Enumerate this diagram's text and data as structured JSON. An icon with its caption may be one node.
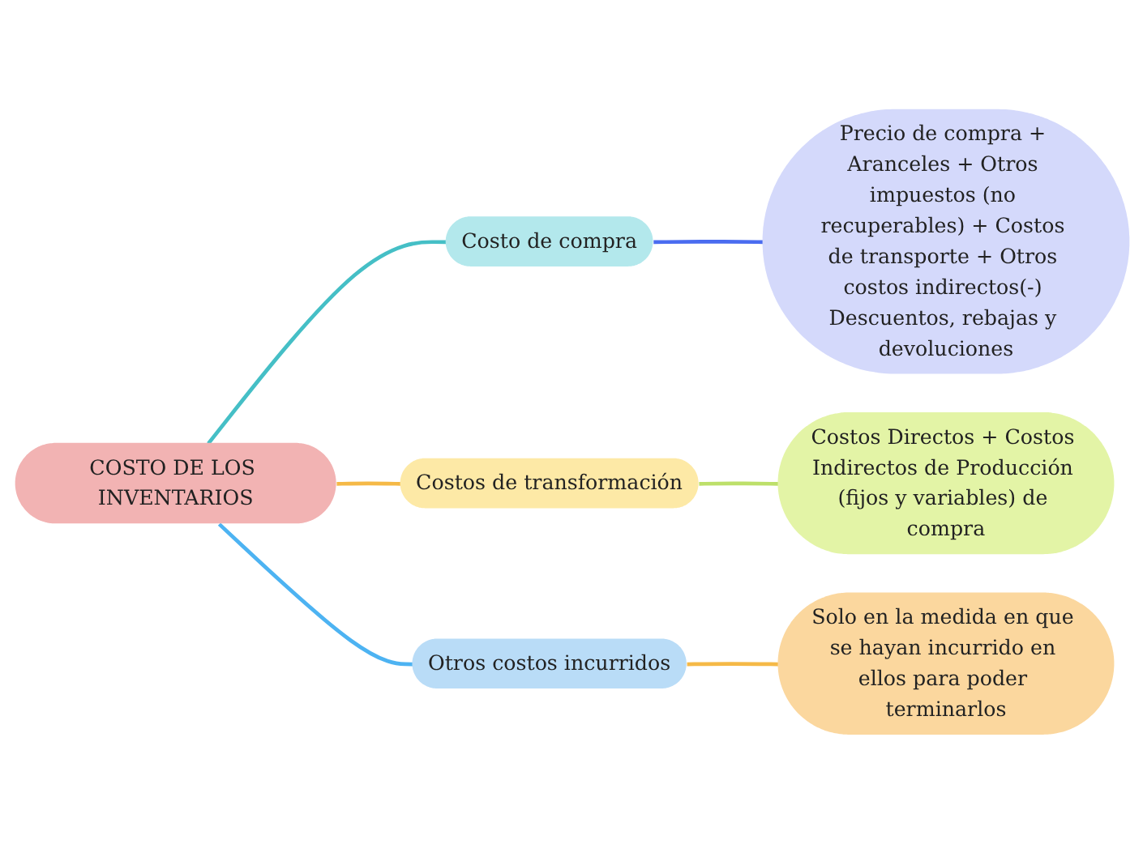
{
  "diagram": {
    "nodes": [
      {
        "text": [
          "COSTO DE LOS INVENTARIOS"
        ]
      },
      {
        "text": [
          "Costo de compra"
        ]
      },
      {
        "text": [
          "Costos de transformación"
        ]
      },
      {
        "text": [
          "Otros costos incurridos"
        ]
      },
      {
        "text": [
          "Precio de compra + Aranceles + Otros impuestos (no recuperables) + Costos de transporte + Otros costos indirectos(-) Descuentos, rebajas y devoluciones"
        ]
      },
      {
        "text": [
          "Costos Directos + Costos Indirectos de Producción (fijos y variables) de compra"
        ]
      },
      {
        "text": [
          "Solo en la medida en que se hayan incurrido en ellos para poder terminarlos"
        ]
      }
    ],
    "edges": [
      {
        "from": 0,
        "to": 1,
        "arrow": "none",
        "color": "#45bfc6"
      },
      {
        "from": 0,
        "to": 2,
        "arrow": "none",
        "color": "#f5b947"
      },
      {
        "from": 0,
        "to": 3,
        "arrow": "none",
        "color": "#4db3f2"
      },
      {
        "from": 1,
        "to": 4,
        "arrow": "none",
        "color": "#4a6cf0"
      },
      {
        "from": 2,
        "to": 5,
        "arrow": "none",
        "color": "#bde06a"
      },
      {
        "from": 3,
        "to": 6,
        "arrow": "none",
        "color": "#f5b947"
      }
    ]
  }
}
